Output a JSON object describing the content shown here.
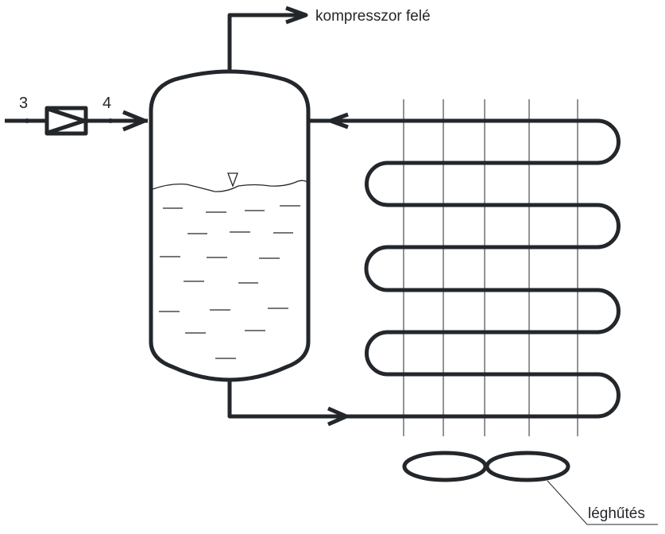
{
  "diagram": {
    "title": "Separator vessel with air-cooled coil evaporator",
    "labels": {
      "point_before_valve": "3",
      "point_after_valve": "4",
      "to_compressor": "kompresszor felé",
      "air_cooling": "léghűtés"
    },
    "components": {
      "expansion_valve": "expansion-valve",
      "separator_vessel": "liquid-separator",
      "liquid_level_marker": "level-triangle",
      "coil": {
        "passes": 8,
        "fins": 5
      },
      "fan": {
        "blades": 2
      }
    },
    "colors": {
      "line": "#23272b",
      "background": "#ffffff"
    }
  }
}
